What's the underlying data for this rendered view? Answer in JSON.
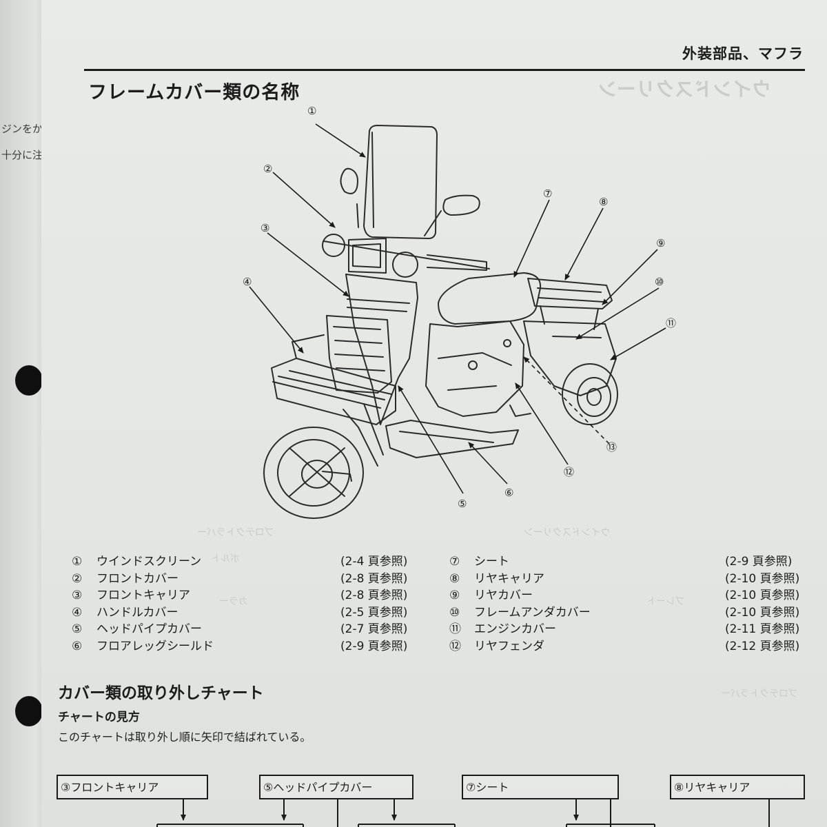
{
  "header": {
    "section": "外装部品、マフラ"
  },
  "title": "フレームカバー類の名称",
  "callouts": [
    "①",
    "②",
    "③",
    "④",
    "⑤",
    "⑥",
    "⑦",
    "⑧",
    "⑨",
    "⑩",
    "⑪",
    "⑫",
    "⑬"
  ],
  "parts_left": [
    {
      "num": "①",
      "name": "ウインドスクリーン",
      "ref": "(2-4 頁参照)"
    },
    {
      "num": "②",
      "name": "フロントカバー",
      "ref": "(2-8 頁参照)"
    },
    {
      "num": "③",
      "name": "フロントキャリア",
      "ref": "(2-8 頁参照)"
    },
    {
      "num": "④",
      "name": "ハンドルカバー",
      "ref": "(2-5 頁参照)"
    },
    {
      "num": "⑤",
      "name": "ヘッドパイプカバー",
      "ref": "(2-7 頁参照)"
    },
    {
      "num": "⑥",
      "name": "フロアレッグシールド",
      "ref": "(2-9 頁参照)"
    }
  ],
  "parts_right": [
    {
      "num": "⑦",
      "name": "シート",
      "ref": "(2-9 頁参照)"
    },
    {
      "num": "⑧",
      "name": "リヤキャリア",
      "ref": "(2-10 頁参照)"
    },
    {
      "num": "⑨",
      "name": "リヤカバー",
      "ref": "(2-10 頁参照)"
    },
    {
      "num": "⑩",
      "name": "フレームアンダカバー",
      "ref": "(2-10 頁参照)"
    },
    {
      "num": "⑪",
      "name": "エンジンカバー",
      "ref": "(2-11 頁参照)"
    },
    {
      "num": "⑫",
      "name": "リヤフェンダ",
      "ref": "(2-12 頁参照)"
    }
  ],
  "section2": {
    "title": "カバー類の取り外しチャート",
    "subtitle": "チャートの見方",
    "description": "このチャートは取り外し順に矢印で結ばれている。"
  },
  "chart_boxes": [
    "③フロントキャリア",
    "⑤ヘッドパイプカバー",
    "⑦シート",
    "⑧リヤキャリア"
  ],
  "left_page_fragments": [
    "ジンをか",
    "十分に注"
  ],
  "bleed_through": {
    "heading": "ウインドスクリーン",
    "labels": [
      "プロテクトラバー",
      "ボルト",
      "カラー",
      "プレート",
      "ウインドスクリーン",
      "プロテクトラバー"
    ]
  }
}
